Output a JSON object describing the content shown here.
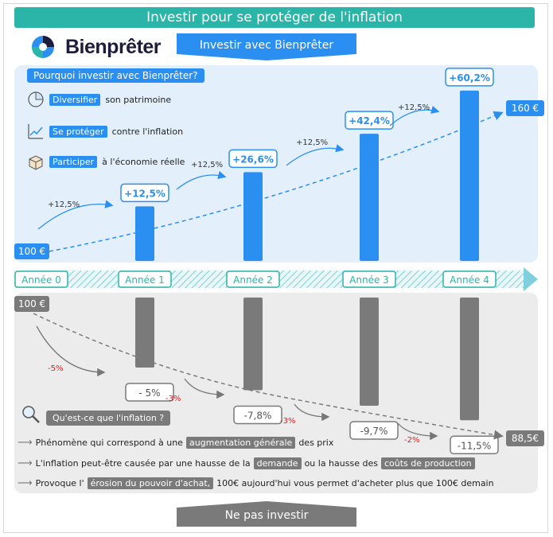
{
  "title": "Investir pour se protéger de l'inflation",
  "brand": "Bienprêter",
  "top_banner": "Investir avec Bienprêter",
  "bottom_banner": "Ne pas investir",
  "why_title": "Pourquoi investir avec Bienprêter?",
  "reasons": [
    {
      "highlight": "Diversifier",
      "rest": "son patrimoine",
      "icon": "pie-chart-icon"
    },
    {
      "highlight": "Se protéger",
      "rest": "contre l'inflation",
      "icon": "trend-up-icon"
    },
    {
      "highlight": "Participer",
      "rest": "à l'économie réelle",
      "icon": "box-icon"
    }
  ],
  "colors": {
    "teal": "#2bb4a8",
    "blue": "#2a8ff0",
    "gray": "#7a7a7a",
    "red": "#e02020",
    "dark": "#1d1d3b"
  },
  "chart_data": [
    {
      "type": "bar",
      "categories": [
        "Année 0",
        "Année 1",
        "Année 2",
        "Année 3",
        "Année 4"
      ],
      "values": [
        100,
        112.5,
        126.6,
        142.4,
        160.2
      ],
      "labels": [
        "100 €",
        "+12,5%",
        "+26,6%",
        "+42,4%",
        "+60,2%"
      ],
      "end_label": "160 €",
      "step_labels": [
        "+12,5%",
        "+12,5%",
        "+12,5%",
        "+12,5%"
      ],
      "trend": "dashed"
    },
    {
      "type": "bar",
      "categories": [
        "Année 0",
        "Année 1",
        "Année 2",
        "Année 3",
        "Année 4"
      ],
      "values": [
        100,
        95,
        92.2,
        90.3,
        88.5
      ],
      "labels": [
        "100 €",
        "- 5%",
        "-7,8%",
        "-9,7%",
        "-11,5%"
      ],
      "end_label": "88,5€",
      "step_labels": [
        "-5%",
        "-3%",
        "-3%",
        "-2%"
      ],
      "trend": "dashed"
    }
  ],
  "inflation": {
    "question": "Qu'est-ce que l'inflation ?",
    "bullets": [
      {
        "a": "Phénomène qui correspond à une",
        "b": "augmentation générale",
        "c": "des prix",
        "d": "",
        "e": ""
      },
      {
        "a": "L'inflation peut-être causée par une hausse de la",
        "b": "demande",
        "c": "ou la hausse des",
        "d": "coûts de production",
        "e": ""
      },
      {
        "a": "Provoque l'",
        "b": "érosion du pouvoir d'achat,",
        "c": "100€ aujourd'hui vous permet d'acheter plus que 100€ demain",
        "d": "",
        "e": ""
      }
    ]
  }
}
